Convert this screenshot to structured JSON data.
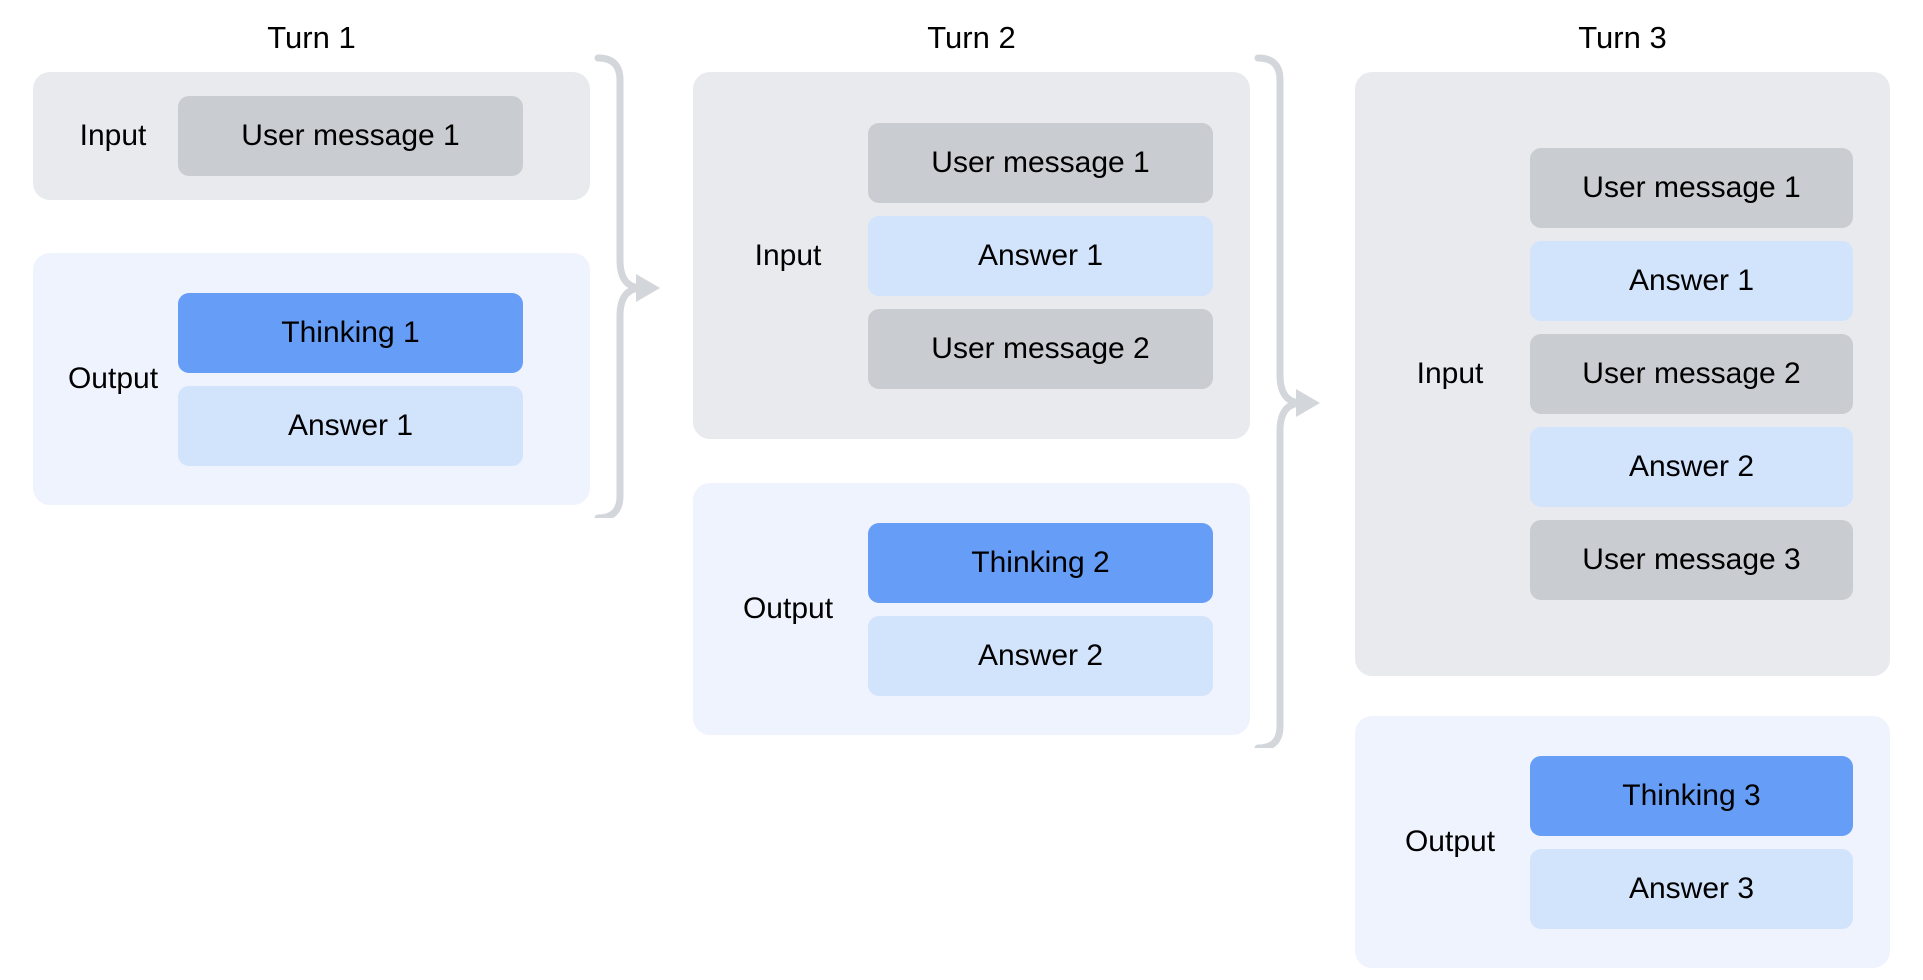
{
  "diagram": {
    "title_prefix": "Turn",
    "colors": {
      "input_container": "#e8eaed",
      "output_container": "#eff3fe",
      "user_chip": "#c9cdd1",
      "answer_chip": "#d2e3fc",
      "thinking_chip": "#669df6",
      "connector": "#d3d6da",
      "text": "#000000",
      "background": "#ffffff"
    },
    "labels": {
      "input": "Input",
      "output": "Output"
    },
    "turns": [
      {
        "title": "Turn 1",
        "input": {
          "label": "Input",
          "chips": [
            {
              "kind": "user",
              "text": "User message 1"
            }
          ]
        },
        "output": {
          "label": "Output",
          "chips": [
            {
              "kind": "thinking",
              "text": "Thinking 1"
            },
            {
              "kind": "answer",
              "text": "Answer 1"
            }
          ]
        }
      },
      {
        "title": "Turn 2",
        "input": {
          "label": "Input",
          "chips": [
            {
              "kind": "user",
              "text": "User message 1"
            },
            {
              "kind": "answer",
              "text": "Answer 1"
            },
            {
              "kind": "user",
              "text": "User message 2"
            }
          ]
        },
        "output": {
          "label": "Output",
          "chips": [
            {
              "kind": "thinking",
              "text": "Thinking 2"
            },
            {
              "kind": "answer",
              "text": "Answer 2"
            }
          ]
        }
      },
      {
        "title": "Turn 3",
        "input": {
          "label": "Input",
          "chips": [
            {
              "kind": "user",
              "text": "User message 1"
            },
            {
              "kind": "answer",
              "text": "Answer 1"
            },
            {
              "kind": "user",
              "text": "User message 2"
            },
            {
              "kind": "answer",
              "text": "Answer 2"
            },
            {
              "kind": "user",
              "text": "User message 3"
            }
          ]
        },
        "output": {
          "label": "Output",
          "chips": [
            {
              "kind": "thinking",
              "text": "Thinking 3"
            },
            {
              "kind": "answer",
              "text": "Answer 3"
            }
          ]
        }
      }
    ],
    "connectors": [
      {
        "from": "Turn 1",
        "to": "Turn 2",
        "icon": "brace-arrow-right-icon"
      },
      {
        "from": "Turn 2",
        "to": "Turn 3",
        "icon": "brace-arrow-right-icon"
      }
    ]
  }
}
